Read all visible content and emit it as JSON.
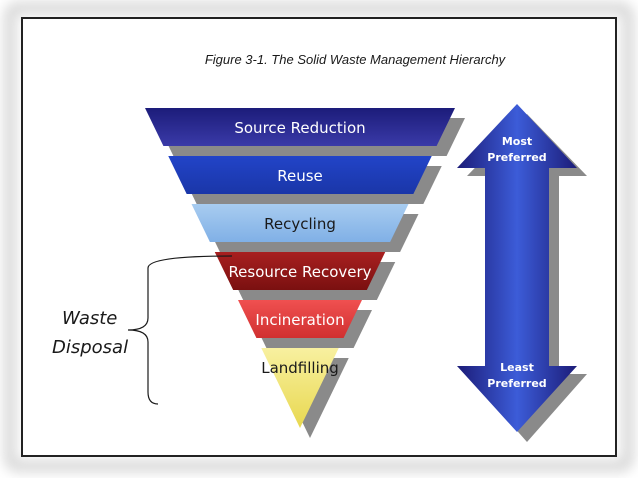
{
  "figure": {
    "title": "Figure 3-1. The Solid Waste Management Hierarchy"
  },
  "tiers": [
    {
      "label": "Source Reduction",
      "fill_top": "#1c1c7a",
      "fill_bottom": "#3a3aa8",
      "text_color": "#ffffff"
    },
    {
      "label": "Reuse",
      "fill_top": "#2244c8",
      "fill_bottom": "#1a36a8",
      "text_color": "#ffffff"
    },
    {
      "label": "Recycling",
      "fill_top": "#a8ccf0",
      "fill_bottom": "#80b0e6",
      "text_color": "#1a1a1a"
    },
    {
      "label": "Resource Recovery",
      "fill_top": "#a82020",
      "fill_bottom": "#7a1010",
      "text_color": "#ffffff"
    },
    {
      "label": "Incineration",
      "fill_top": "#f05050",
      "fill_bottom": "#d03030",
      "text_color": "#ffffff"
    },
    {
      "label": "Landfilling",
      "fill_top": "#f8f0a0",
      "fill_bottom": "#e8d850",
      "text_color": "#1a1a1a"
    }
  ],
  "arrow": {
    "top_label": [
      "Most",
      "Preferred"
    ],
    "bottom_label": [
      "Least",
      "Preferred"
    ],
    "color_dark": "#1c1c78",
    "color_light": "#3c5cd8"
  },
  "bracket": {
    "label": [
      "Waste",
      "Disposal"
    ]
  },
  "colors": {
    "shadow": "#8a8a8a",
    "frame": "#222222"
  }
}
